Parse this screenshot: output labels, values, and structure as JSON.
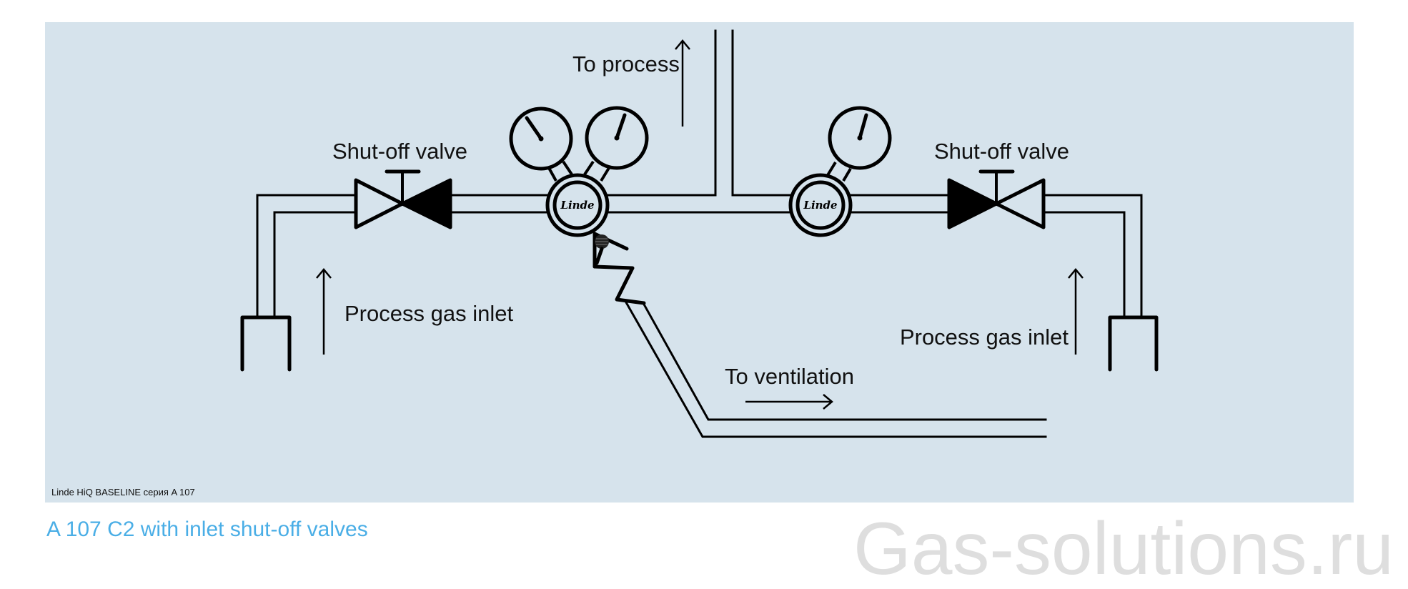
{
  "diagram": {
    "labels": {
      "to_process": "To process",
      "shut_off_valve_left": "Shut-off valve",
      "shut_off_valve_right": "Shut-off valve",
      "process_gas_inlet_left": "Process gas inlet",
      "process_gas_inlet_right": "Process gas inlet",
      "to_ventilation": "To ventilation"
    },
    "regulators": [
      {
        "brand": "Linde",
        "gauges": 2
      },
      {
        "brand": "Linde",
        "gauges": 1
      }
    ],
    "caption": "Linde HiQ BASELINE серия A 107"
  },
  "title": "A 107 C2 with inlet shut-off valves",
  "watermark": "Gas-solutions.ru",
  "colors": {
    "panel": "#d6e3ec",
    "title": "#4aaee6",
    "watermark": "#dedede"
  }
}
